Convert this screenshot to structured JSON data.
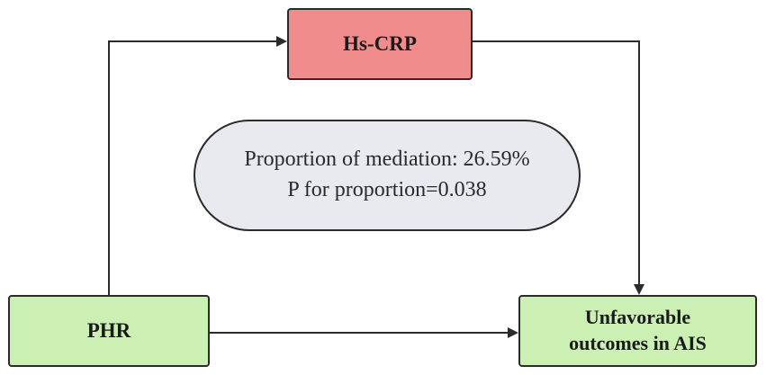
{
  "diagram": {
    "nodes": {
      "mediator": {
        "label": "Hs-CRP",
        "fill": "#f08c8c"
      },
      "exposure": {
        "label": "PHR",
        "fill": "#ccf0b4"
      },
      "outcome": {
        "line1": "Unfavorable",
        "line2": "outcomes in AIS",
        "fill": "#ccf0b4"
      }
    },
    "mediation": {
      "proportion_text": "Proportion of mediation: 26.59%",
      "p_text": "P for proportion=0.038",
      "fill": "#e8eaef"
    },
    "edges": [
      {
        "from": "PHR",
        "to": "Hs-CRP"
      },
      {
        "from": "Hs-CRP",
        "to": "Unfavorable outcomes in AIS"
      },
      {
        "from": "PHR",
        "to": "Unfavorable outcomes in AIS"
      }
    ],
    "line_color": "#2b2b2b"
  }
}
